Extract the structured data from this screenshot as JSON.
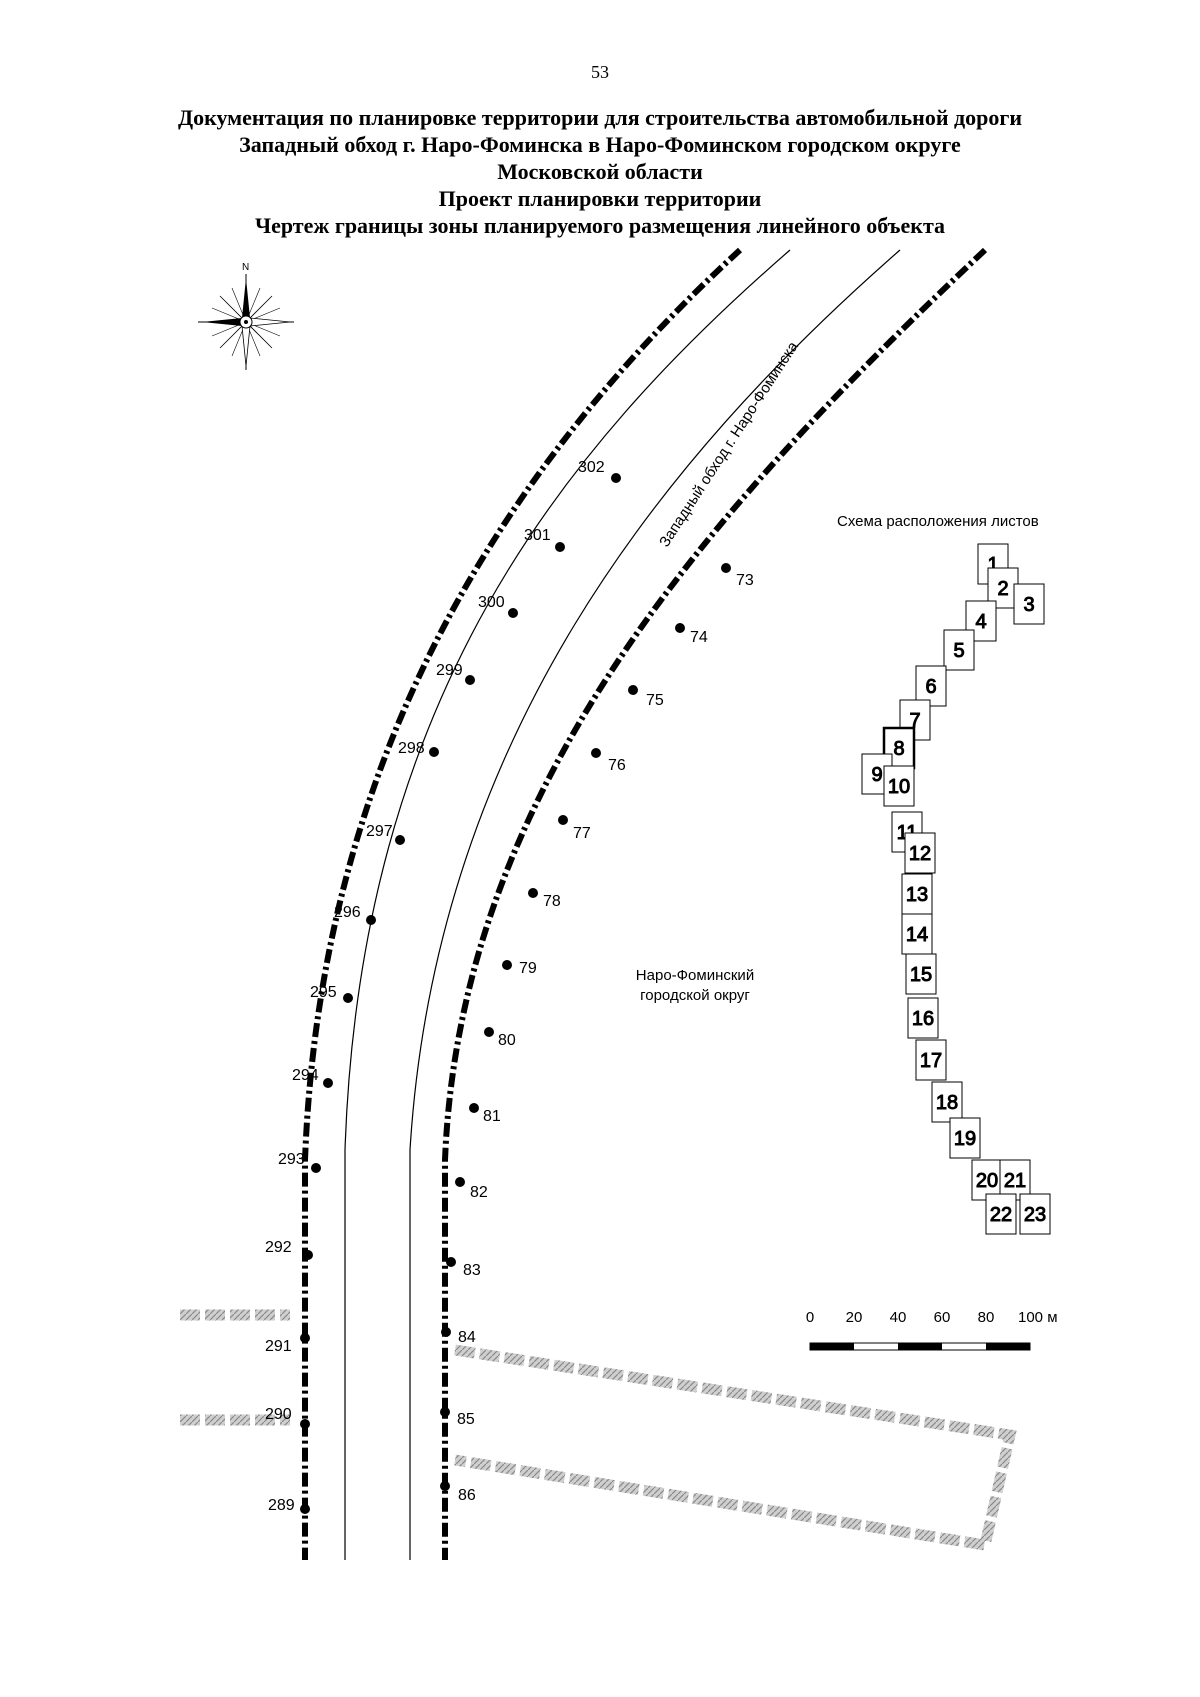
{
  "page_number": "53",
  "title_lines": [
    "Документация по планировке территории для строительства автомобильной дороги",
    "Западный обход г. Наро-Фоминска в Наро-Фоминском городском округе",
    "Московской области",
    "Проект планировки территории",
    "Чертеж границы зоны планируемого размещения линейного объекта"
  ],
  "compass": {
    "north_label": "N"
  },
  "road_label": "Западный обход г. Наро-Фоминска",
  "district_label": [
    "Наро-Фоминский",
    "городской округ"
  ],
  "left_boundary_points": [
    "302",
    "301",
    "300",
    "299",
    "298",
    "297",
    "296",
    "295",
    "294",
    "293",
    "292",
    "291",
    "290",
    "289"
  ],
  "right_boundary_points": [
    "73",
    "74",
    "75",
    "76",
    "77",
    "78",
    "79",
    "80",
    "81",
    "82",
    "83",
    "84",
    "85",
    "86"
  ],
  "sheet_layout": {
    "title": "Схема расположения листов",
    "sheets": [
      "1",
      "2",
      "3",
      "4",
      "5",
      "6",
      "7",
      "8",
      "9",
      "10",
      "11",
      "12",
      "13",
      "14",
      "15",
      "16",
      "17",
      "18",
      "19",
      "20",
      "21",
      "22",
      "23"
    ],
    "current_sheet": "8"
  },
  "scale_bar": {
    "ticks": [
      "0",
      "20",
      "40",
      "60",
      "80",
      "100 м"
    ]
  }
}
